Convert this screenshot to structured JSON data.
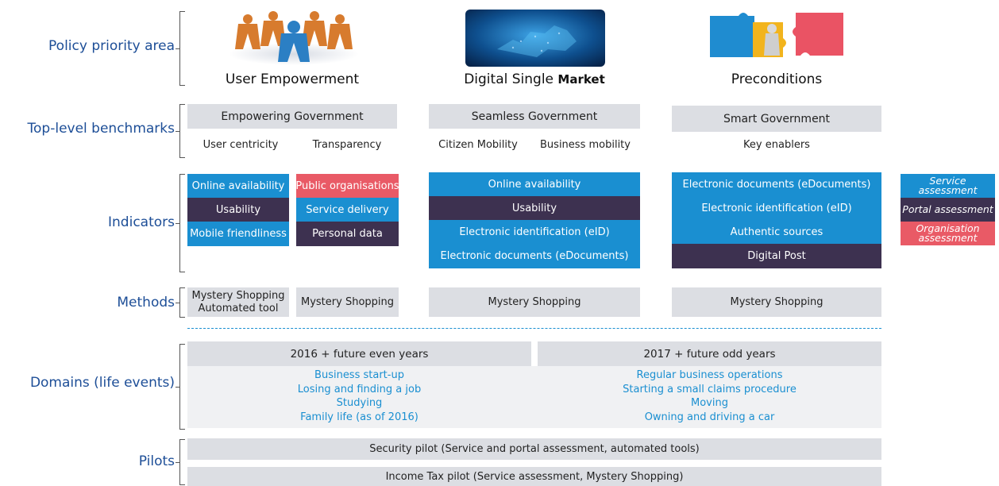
{
  "rows": {
    "policy": "Policy priority area",
    "benchmarks": "Top-level benchmarks",
    "indicators": "Indicators",
    "methods": "Methods",
    "domains": "Domains (life events)",
    "pilots": "Pilots"
  },
  "pillars": [
    {
      "title": "User Empowerment",
      "image": "people-circle-icon",
      "benchmark": "Empowering Government",
      "sub": [
        "User centricity",
        "Transparency"
      ],
      "indicators_left": [
        "Online availability",
        "Usability",
        "Mobile friendliness"
      ],
      "indicators_right": [
        "Public organisations",
        "Service delivery",
        "Personal data"
      ],
      "methods_left": [
        "Mystery Shopping",
        "Automated tool"
      ],
      "methods_right": "Mystery Shopping"
    },
    {
      "title_pre": "Digital Single ",
      "title_bold": "Market",
      "image": "europe-map-icon",
      "benchmark": "Seamless Government",
      "sub": [
        "Citizen Mobility",
        "Business mobility"
      ],
      "indicators": [
        "Online availability",
        "Usability",
        "Electronic identification (eID)",
        "Electronic documents (eDocuments)"
      ],
      "method": "Mystery Shopping"
    },
    {
      "title": "Preconditions",
      "image": "puzzle-pieces-icon",
      "benchmark": "Smart Government",
      "sub": [
        "Key enablers"
      ],
      "indicators": [
        "Electronic documents (eDocuments)",
        "Electronic identification (eID)",
        "Authentic sources",
        "Digital Post"
      ],
      "method": "Mystery Shopping"
    }
  ],
  "legend": {
    "service": [
      "Service",
      "assessment"
    ],
    "portal": "Portal assessment",
    "organisation": [
      "Organisation",
      "assessment"
    ]
  },
  "domains": {
    "even": {
      "header": "2016 + future even years",
      "items": [
        "Business start-up",
        "Losing and finding a job",
        "Studying",
        "Family life (as of 2016)"
      ]
    },
    "odd": {
      "header": "2017 + future odd years",
      "items": [
        "Regular business operations",
        "Starting a small claims procedure",
        "Moving",
        "Owning and driving a car"
      ]
    }
  },
  "pilots": [
    "Security pilot (Service and portal assessment, automated tools)",
    "Income Tax pilot (Service assessment, Mystery Shopping)"
  ],
  "colors": {
    "label_blue": "#1d4e97",
    "cell_blue": "#1a8fd1",
    "cell_purple": "#3d3150",
    "cell_red": "#e95a66",
    "gray": "#dcdee3"
  }
}
